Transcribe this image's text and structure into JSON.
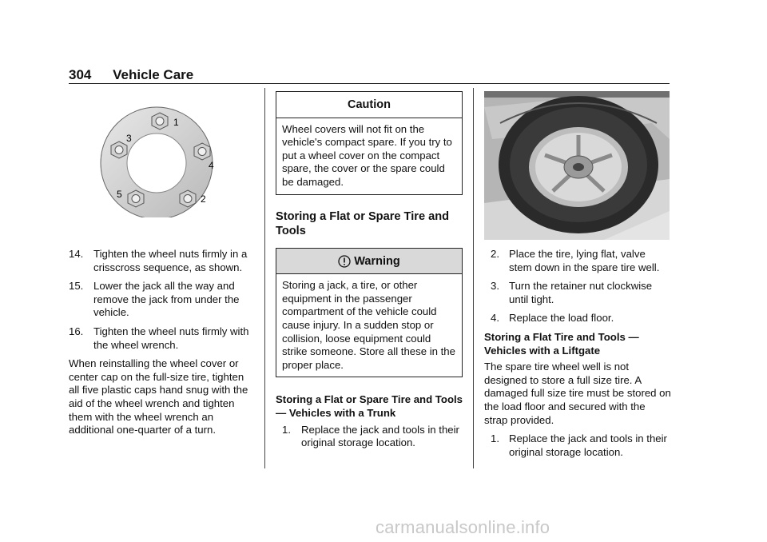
{
  "header": {
    "page_number": "304",
    "section_title": "Vehicle Care"
  },
  "figure_lug": {
    "labels": [
      "1",
      "2",
      "3",
      "4",
      "5"
    ]
  },
  "col1": {
    "steps": [
      {
        "num": "14.",
        "text": "Tighten the wheel nuts firmly in a crisscross sequence, as shown."
      },
      {
        "num": "15.",
        "text": "Lower the jack all the way and remove the jack from under the vehicle."
      },
      {
        "num": "16.",
        "text": "Tighten the wheel nuts firmly with the wheel wrench."
      }
    ],
    "para": "When reinstalling the wheel cover or center cap on the full-size tire, tighten all five plastic caps hand snug with the aid of the wheel wrench and tighten them with the wheel wrench an additional one-quarter of a turn."
  },
  "col2": {
    "caution": {
      "title": "Caution",
      "body": "Wheel covers will not fit on the vehicle's compact spare. If you try to put a wheel cover on the compact spare, the cover or the spare could be damaged."
    },
    "section_heading": "Storing a Flat or Spare Tire and Tools",
    "warning": {
      "title": "Warning",
      "body": "Storing a jack, a tire, or other equipment in the passenger compartment of the vehicle could cause injury. In a sudden stop or collision, loose equipment could strike someone. Store all these in the proper place."
    },
    "subheading": "Storing a Flat or Spare Tire and Tools — Vehicles with a Trunk",
    "steps": [
      {
        "num": "1.",
        "text": "Replace the jack and tools in their original storage location."
      }
    ]
  },
  "col3": {
    "steps_a": [
      {
        "num": "2.",
        "text": "Place the tire, lying flat, valve stem down in the spare tire well."
      },
      {
        "num": "3.",
        "text": "Turn the retainer nut clockwise until tight."
      },
      {
        "num": "4.",
        "text": "Replace the load floor."
      }
    ],
    "subheading": "Storing a Flat Tire and Tools — Vehicles with a Liftgate",
    "para": "The spare tire wheel well is not designed to store a full size tire. A damaged full size tire must be stored on the load floor and secured with the strap provided.",
    "steps_b": [
      {
        "num": "1.",
        "text": "Replace the jack and tools in their original storage location."
      }
    ]
  },
  "footer": {
    "watermark": "carmanualsonline.info"
  }
}
